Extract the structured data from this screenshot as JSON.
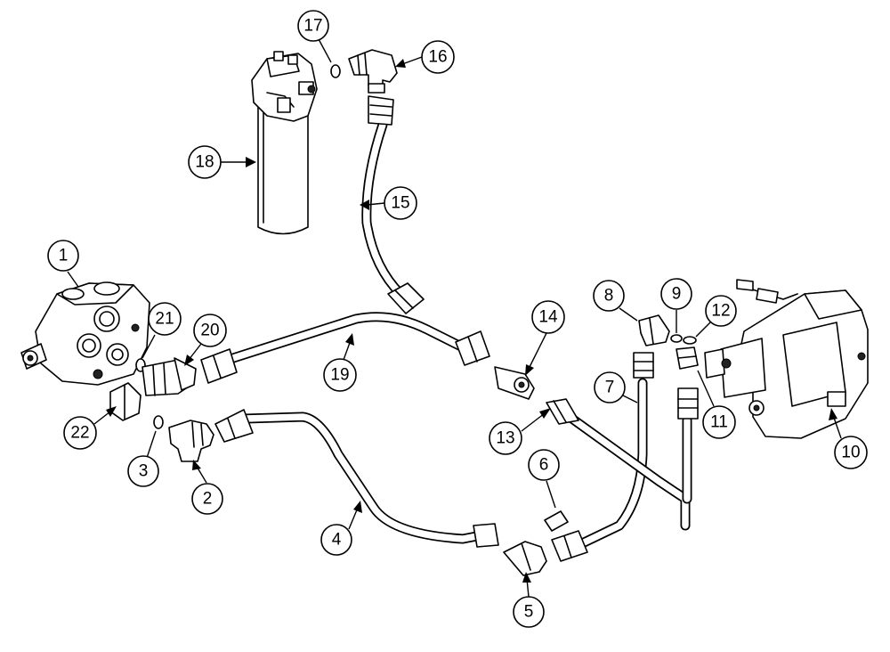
{
  "callouts": [
    {
      "id": "callout-1",
      "label": "1"
    },
    {
      "id": "callout-2",
      "label": "2"
    },
    {
      "id": "callout-3",
      "label": "3"
    },
    {
      "id": "callout-4",
      "label": "4"
    },
    {
      "id": "callout-5",
      "label": "5"
    },
    {
      "id": "callout-6",
      "label": "6"
    },
    {
      "id": "callout-7",
      "label": "7"
    },
    {
      "id": "callout-8",
      "label": "8"
    },
    {
      "id": "callout-9",
      "label": "9"
    },
    {
      "id": "callout-10",
      "label": "10"
    },
    {
      "id": "callout-11",
      "label": "11"
    },
    {
      "id": "callout-12",
      "label": "12"
    },
    {
      "id": "callout-13",
      "label": "13"
    },
    {
      "id": "callout-14",
      "label": "14"
    },
    {
      "id": "callout-15",
      "label": "15"
    },
    {
      "id": "callout-16",
      "label": "16"
    },
    {
      "id": "callout-17",
      "label": "17"
    },
    {
      "id": "callout-18",
      "label": "18"
    },
    {
      "id": "callout-19",
      "label": "19"
    },
    {
      "id": "callout-20",
      "label": "20"
    },
    {
      "id": "callout-21",
      "label": "21"
    },
    {
      "id": "callout-22",
      "label": "22"
    }
  ]
}
